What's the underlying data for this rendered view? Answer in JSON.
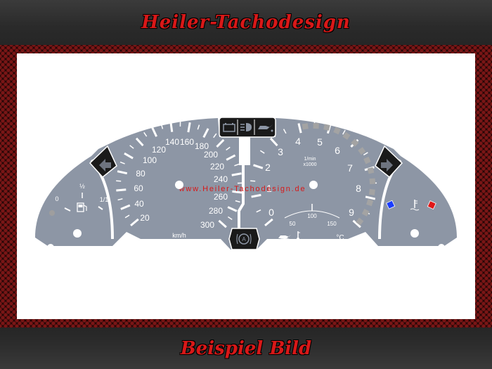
{
  "header": {
    "brand": "Heiler-Tachodesign"
  },
  "footer": {
    "caption": "Beispiel Bild"
  },
  "watermark": "www.Heiler-Tachodesign.de",
  "speedometer": {
    "labels": [
      "20",
      "40",
      "60",
      "80",
      "100",
      "120",
      "140",
      "160",
      "180",
      "200",
      "220",
      "240",
      "260",
      "280",
      "300"
    ],
    "unit": "km/h"
  },
  "tachometer": {
    "labels": [
      "0",
      "1",
      "2",
      "3",
      "4",
      "5",
      "6",
      "7",
      "8",
      "9"
    ],
    "unit_line1": "1/min",
    "unit_line2": "x1000"
  },
  "fuel": {
    "labels": [
      "0",
      "½",
      "1/1"
    ]
  },
  "oil_temp": {
    "labels": [
      "50",
      "100",
      "150"
    ],
    "unit": "°C"
  },
  "colors": {
    "dial_face": "#8d96a5",
    "carbon_red": "#7a1616",
    "brand_red": "#d81818",
    "redline": "#9e9e9e",
    "indicator_blue": "#1a3cff",
    "indicator_red": "#e01818"
  },
  "icons": [
    "turn-left-arrow-icon",
    "turn-right-arrow-icon",
    "battery-icon",
    "high-beam-icon",
    "oil-can-icon",
    "fuel-pump-icon",
    "coolant-icon",
    "abs-icon",
    "oil-level-icon",
    "thermometer-icon"
  ]
}
